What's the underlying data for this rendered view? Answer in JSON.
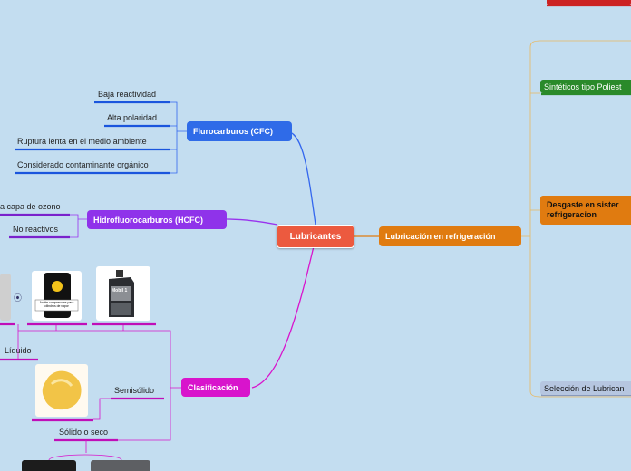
{
  "central": {
    "label": "Lubricantes"
  },
  "branches": {
    "cfc": {
      "label": "Flurocarburos (CFC)",
      "color": "#3366ee",
      "items": [
        "Baja reactividad",
        "Alta polaridad",
        "Ruptura lenta en el medio ambiente",
        "Considerado contaminante orgánico"
      ]
    },
    "hcfc": {
      "label": "Hidrofluorocarburos (HCFC)",
      "color": "#9933ee",
      "items": [
        "a capa de ozono",
        "No reactivos"
      ]
    },
    "clasificacion": {
      "label": "Clasificación",
      "color": "#d814cc",
      "items": [
        "Líquido",
        "Semisólido",
        "Sólido o seco"
      ]
    },
    "lubricacion": {
      "label": "Lubricación en refrigeración",
      "color": "#e07b10",
      "items": [
        "Sintéticos tipo Poliest",
        "Desgaste en sister refrigeracion",
        "Selección de Lubrican"
      ]
    }
  },
  "images": {
    "barrel_caption": "Aceite compresores para cilindros de vapor",
    "bottle_brand": "Mobil 1"
  },
  "colors": {
    "background": "#c3ddf0",
    "central": "#ec5a3f"
  }
}
